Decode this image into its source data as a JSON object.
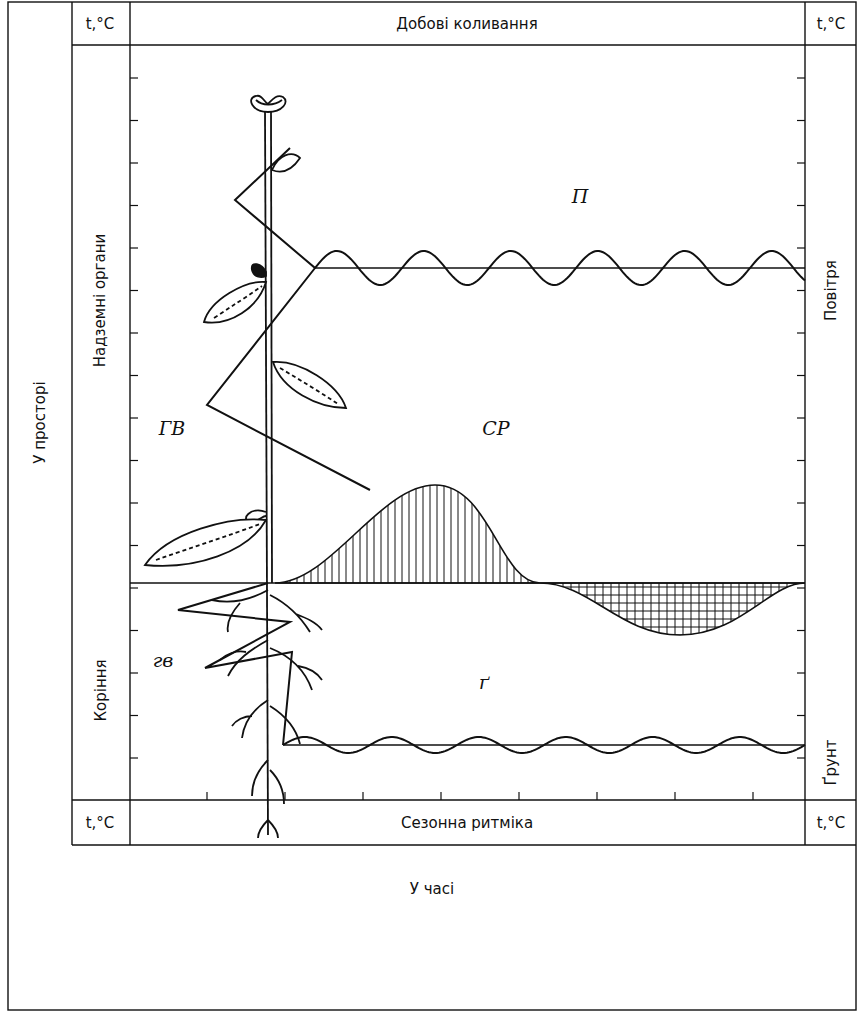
{
  "diagram": {
    "labels": [
      "t,°C",
      "Добові коливання",
      "t,°C",
      "У просторі",
      "Надземні органи",
      "Повітря",
      "П",
      "ГВ",
      "СР",
      "гв",
      "ґ",
      "Коріння",
      "Ґрунт",
      "t,°C",
      "Сезонна ритміка",
      "t,°C",
      "У часі"
    ]
  }
}
